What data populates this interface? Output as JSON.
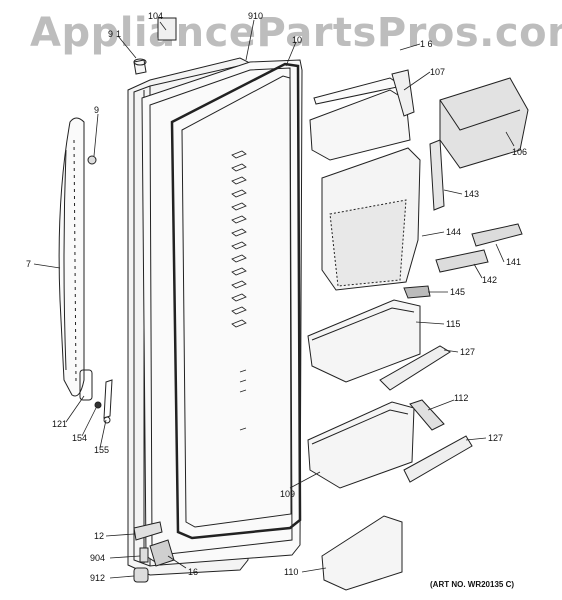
{
  "watermark": "AppliancePartsPros.com",
  "art_number": "(ART NO. WR20135 C)",
  "callouts": {
    "c104": "104",
    "c910": "910",
    "c9a": "9",
    "c1": "1",
    "c101": "10",
    "c16a": "1 6",
    "c107": "107",
    "c106": "106",
    "c9b": "9",
    "c143": "143",
    "c144": "144",
    "c7": "7",
    "c141": "141",
    "c142": "142",
    "c145": "145",
    "c115": "115",
    "c127a": "127",
    "c121": "121",
    "c154": "154",
    "c155": "155",
    "c112": "112",
    "c127b": "127",
    "c109": "109",
    "c12": "12",
    "c904": "904",
    "c16b": "16",
    "c912": "912",
    "c110": "110"
  }
}
